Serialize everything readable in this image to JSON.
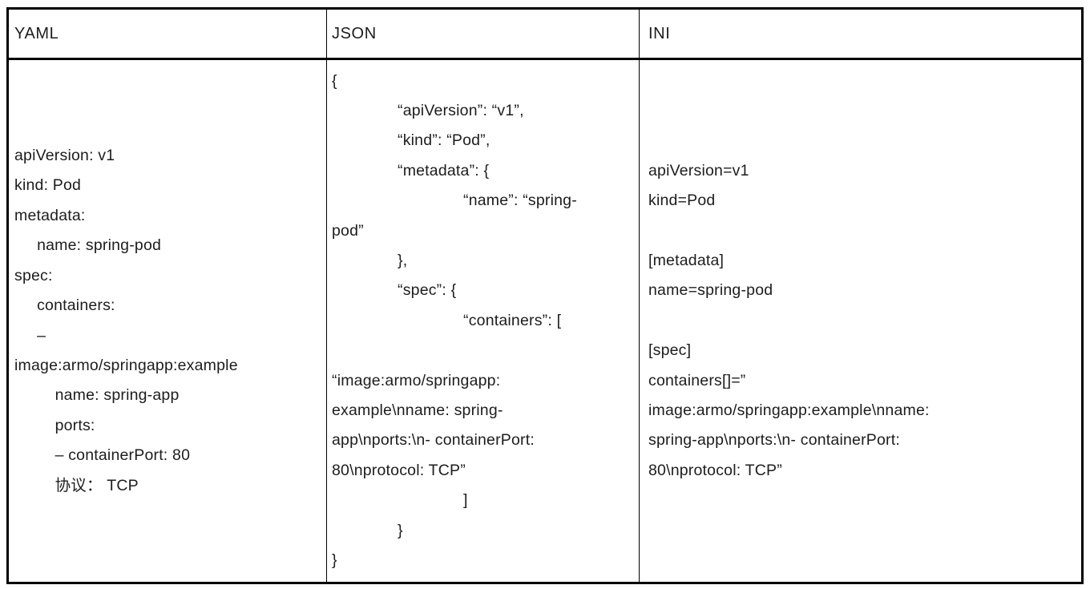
{
  "table": {
    "columns": [
      {
        "header": "YAML",
        "lines": [
          "apiVersion: v1",
          "kind: Pod",
          "metadata:",
          "     name: spring-pod",
          "spec:",
          "     containers:",
          "     –",
          "image:armo/springapp:example",
          "         name: spring-app",
          "         ports:",
          "         – containerPort: 80",
          "         协议： TCP"
        ]
      },
      {
        "header": "JSON",
        "lines": [
          "{",
          "\t“apiVersion”: “v1”,",
          "\t“kind”: “Pod”,",
          "\t“metadata”: {",
          "\t\t“name”: “spring-",
          "pod”",
          "\t},",
          "\t“spec”: {",
          "\t\t“containers”: [",
          "",
          "“image:armo/springapp:",
          "example\\nname: spring-",
          "app\\nports:\\n- containerPort:",
          "80\\nprotocol: TCP”",
          "\t\t]",
          "\t}",
          "}"
        ]
      },
      {
        "header": "INI",
        "lines": [
          "apiVersion=v1",
          "kind=Pod",
          "",
          "[metadata]",
          "name=spring-pod",
          "",
          "[spec]",
          "containers[]=”",
          "image:armo/springapp:example\\nname:",
          "spring-app\\nports:\\n- containerPort:",
          "80\\nprotocol: TCP”"
        ]
      }
    ]
  },
  "colors": {
    "border": "#000000",
    "text": "#1d1d1d",
    "background": "#ffffff"
  }
}
